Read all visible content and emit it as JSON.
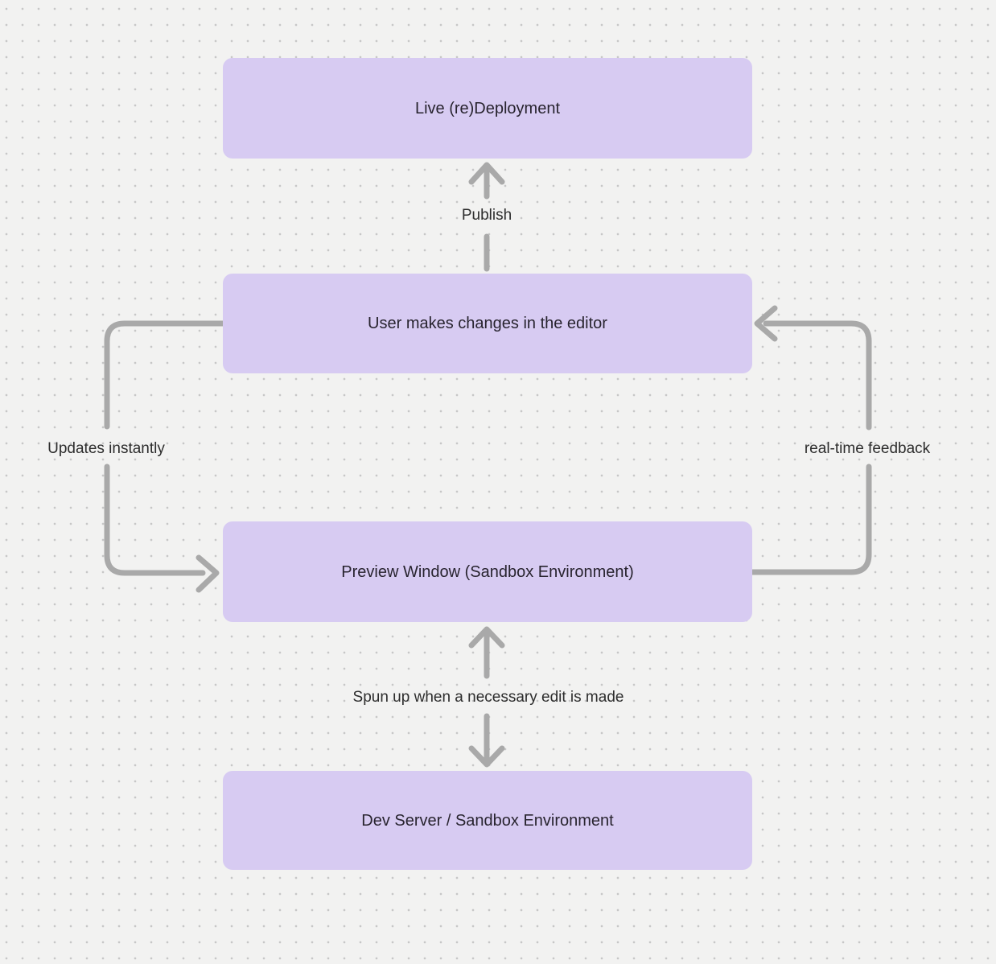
{
  "diagram": {
    "nodes": [
      {
        "id": "live-redeployment",
        "label": "Live (re)Deployment"
      },
      {
        "id": "user-editor",
        "label": "User makes changes in the editor"
      },
      {
        "id": "preview-window",
        "label": "Preview Window (Sandbox Environment)"
      },
      {
        "id": "dev-server",
        "label": "Dev Server / Sandbox Environment"
      }
    ],
    "edge_labels": {
      "publish": "Publish",
      "updates_instantly": "Updates instantly",
      "realtime_feedback": "real-time feedback",
      "spun_up": "Spun up when a necessary edit is made"
    },
    "colors": {
      "background": "#f2f2f1",
      "grid_dot": "#c7c7c7",
      "node_fill": "#d7cbf2",
      "node_text": "#28242f",
      "arrow": "#a9a9a9",
      "label_text": "#2d2d2d"
    }
  }
}
